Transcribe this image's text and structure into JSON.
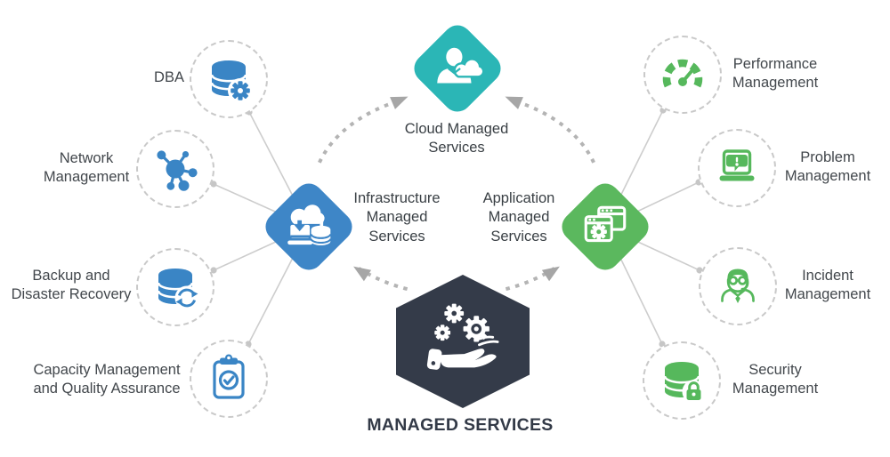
{
  "title": "MANAGED SERVICES",
  "colors": {
    "teal": "#2bb6b6",
    "blue": "#3e86c7",
    "icon_blue": "#3a85c5",
    "green": "#5bb85e",
    "icon_green": "#56b85c",
    "dark": "#343b49",
    "connector_gray": "#cdcdcd",
    "dashed_gray": "#b4b4b4",
    "text": "#42474c"
  },
  "center": {
    "label": "MANAGED SERVICES",
    "icon": "hand-gears-icon"
  },
  "hubs": {
    "cloud": {
      "label": "Cloud Managed\nServices",
      "icon": "person-cloud-icon"
    },
    "infrastructure": {
      "label": "Infrastructure\nManaged\nServices",
      "icon": "cloud-server-icon"
    },
    "application": {
      "label": "Application\nManaged\nServices",
      "icon": "app-windows-gear-icon"
    }
  },
  "left_nodes": [
    {
      "id": "dba",
      "label": "DBA",
      "icon": "database-gear-icon"
    },
    {
      "id": "network-management",
      "label": "Network\nManagement",
      "icon": "network-hub-icon"
    },
    {
      "id": "backup-disaster-recovery",
      "label": "Backup and\nDisaster Recovery",
      "icon": "database-refresh-icon"
    },
    {
      "id": "capacity-quality-assurance",
      "label": "Capacity Management\nand Quality Assurance",
      "icon": "clipboard-check-icon"
    }
  ],
  "right_nodes": [
    {
      "id": "performance-management",
      "label": "Performance\nManagement",
      "icon": "gauge-icon"
    },
    {
      "id": "problem-management",
      "label": "Problem\nManagement",
      "icon": "laptop-alert-icon"
    },
    {
      "id": "incident-management",
      "label": "Incident\nManagement",
      "icon": "support-agent-icon"
    },
    {
      "id": "security-management",
      "label": "Security\nManagement",
      "icon": "database-lock-icon"
    }
  ]
}
